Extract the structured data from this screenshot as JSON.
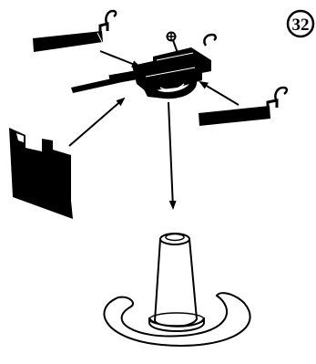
{
  "step_number": "32",
  "colors": {
    "ink": "#000000",
    "paper": "#ffffff"
  },
  "parts": [
    {
      "name": "machine-gun",
      "description_icon": "gun-icon"
    },
    {
      "name": "gun-mount-rail-left",
      "description_icon": "rail-icon"
    },
    {
      "name": "gun-mount-rail-right",
      "description_icon": "rail-icon"
    },
    {
      "name": "armor-shield-plate",
      "description_icon": "shield-plate-icon"
    },
    {
      "name": "gun-stand-base",
      "description_icon": "stand-icon"
    }
  ]
}
